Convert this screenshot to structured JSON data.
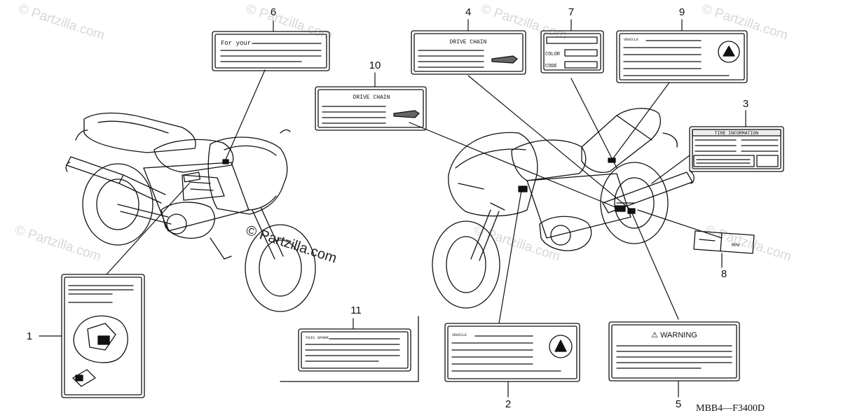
{
  "watermark": "© Partzilla.com",
  "diagram_code": "MBB4—F3400D",
  "callouts": [
    {
      "id": "callout-1",
      "num": "1"
    },
    {
      "id": "callout-2",
      "num": "2"
    },
    {
      "id": "callout-3",
      "num": "3"
    },
    {
      "id": "callout-4",
      "num": "4"
    },
    {
      "id": "callout-5",
      "num": "5"
    },
    {
      "id": "callout-6",
      "num": "6"
    },
    {
      "id": "callout-7",
      "num": "7"
    },
    {
      "id": "callout-8",
      "num": "8"
    },
    {
      "id": "callout-9",
      "num": "9"
    },
    {
      "id": "callout-10",
      "num": "10"
    },
    {
      "id": "callout-11",
      "num": "11"
    }
  ],
  "labels": {
    "label_6_text": "For your",
    "label_4_title": "DRIVE CHAIN",
    "label_10_title": "DRIVE CHAIN",
    "label_7_color": "COLOR",
    "label_7_code": "CODE",
    "label_9_title": "VEHICLE",
    "label_2_title": "VEHICLE",
    "label_3_title": "TIRE INFORMATION",
    "label_5_title": "⚠ WARNING",
    "label_11_title": "THIS SPARK",
    "label_8_text": "MPW"
  }
}
